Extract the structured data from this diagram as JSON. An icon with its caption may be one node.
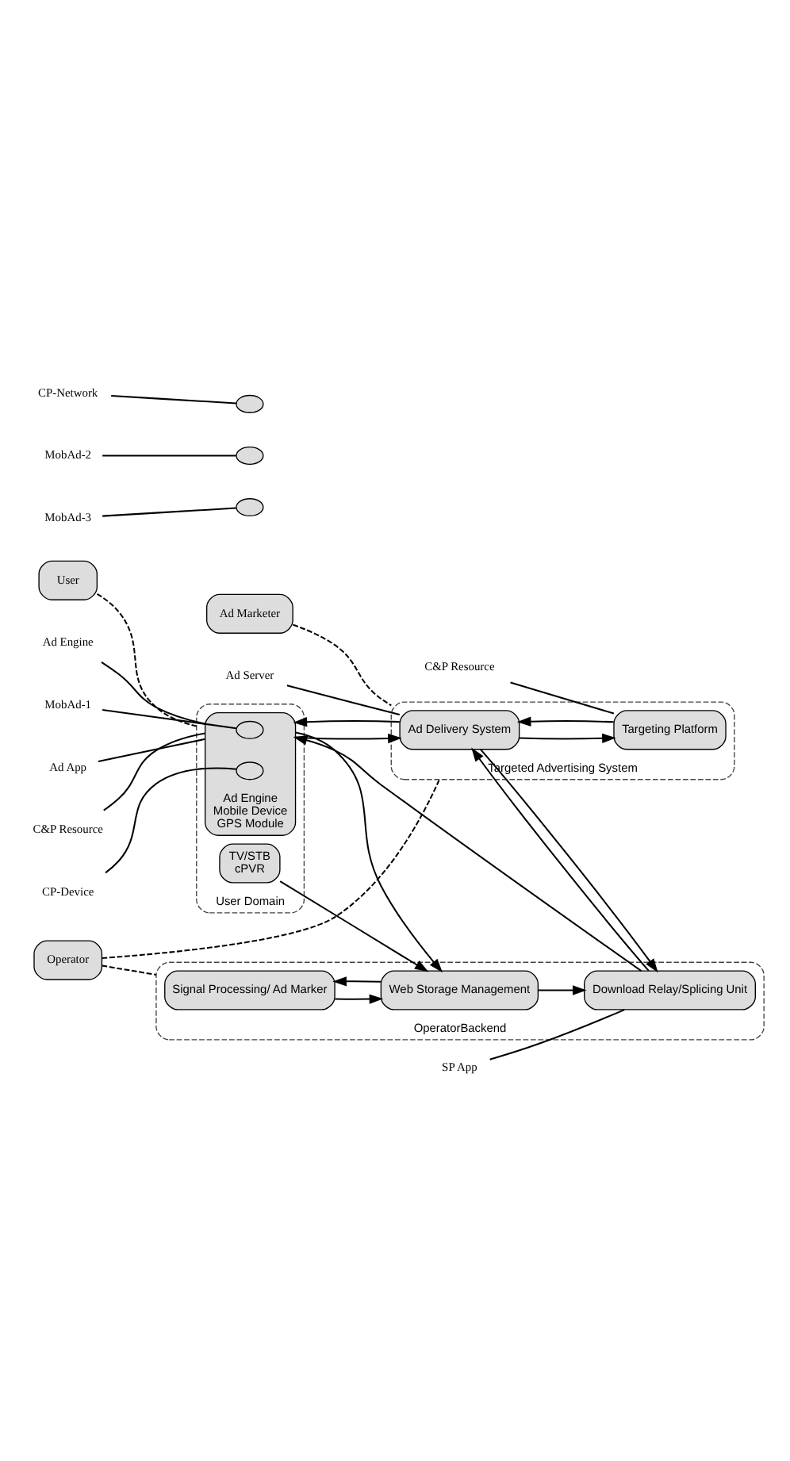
{
  "diagram": {
    "nodes": [
      {
        "text": [
          "Targeted Advertising System"
        ]
      },
      {
        "text": [
          "Ad Delivery System"
        ],
        "in": 0
      },
      {
        "text": [
          "Targeting Platform"
        ],
        "in": 0
      },
      {
        "text": [
          "OperatorBackend"
        ]
      },
      {
        "text": [
          "Signal Processing/ Ad Marker"
        ],
        "in": 3
      },
      {
        "text": [
          "Download Relay/Splicing Unit"
        ],
        "in": 3
      },
      {
        "text": [
          "Web Storage Management"
        ],
        "in": 3
      },
      {
        "text": [
          "User Domain"
        ]
      },
      {
        "text": [
          "Ad Engine",
          "Mobile Device",
          "GPS Module"
        ],
        "in": 7
      },
      {
        "text": [
          "TV/STB",
          "cPVR"
        ],
        "in": 7
      },
      {
        "text": [
          "Ad Marketer"
        ]
      },
      {
        "text": [
          "Operator"
        ]
      },
      {
        "text": [
          "User"
        ]
      },
      {
        "text": [],
        "shape": "ellipse"
      },
      {
        "text": [],
        "shape": "ellipse"
      },
      {
        "text": [],
        "shape": "ellipse"
      },
      {
        "text": [],
        "shape": "ellipse",
        "in": 8
      },
      {
        "text": [],
        "shape": "ellipse",
        "in": 8
      },
      {
        "text": [
          "Ad Server"
        ]
      },
      {
        "text": [
          "CP-Network"
        ]
      },
      {
        "text": [
          "C&P Resource"
        ]
      },
      {
        "text": [
          "MobAd-2"
        ]
      },
      {
        "text": [
          "SP App"
        ]
      },
      {
        "text": [
          "MobAd-3"
        ]
      },
      {
        "text": [
          "Ad Engine"
        ]
      },
      {
        "text": [
          "MobAd-1"
        ]
      },
      {
        "text": [
          "Ad App"
        ]
      },
      {
        "text": [
          "CP-Device"
        ]
      },
      {
        "text": [
          "C&P Resource"
        ]
      }
    ],
    "edges": [
      {
        "from": 2,
        "to": 1,
        "arrow": "to"
      },
      {
        "from": 1,
        "to": 2,
        "arrow": "to"
      },
      {
        "from": 1,
        "to": 5,
        "arrow": "to"
      },
      {
        "from": 5,
        "to": 1,
        "arrow": "to"
      },
      {
        "from": 6,
        "to": 4,
        "arrow": "to"
      },
      {
        "from": 4,
        "to": 6,
        "arrow": "to"
      },
      {
        "from": 6,
        "to": 5,
        "arrow": "to"
      },
      {
        "from": 8,
        "to": 6,
        "arrow": "to"
      },
      {
        "from": 5,
        "to": 8,
        "arrow": "to"
      },
      {
        "from": 1,
        "to": 8,
        "arrow": "to"
      },
      {
        "from": 8,
        "to": 1,
        "arrow": "to"
      },
      {
        "from": 9,
        "to": 6,
        "arrow": "to"
      },
      {
        "from": 10,
        "to": 0,
        "arrow": "none",
        "style": "dashed"
      },
      {
        "from": 11,
        "to": 0,
        "arrow": "none",
        "style": "dashed"
      },
      {
        "from": 11,
        "to": 3,
        "arrow": "none",
        "style": "dashed"
      },
      {
        "from": 12,
        "to": 7,
        "arrow": "none",
        "style": "dashed"
      },
      {
        "from": 18,
        "to": 1,
        "arrow": "none"
      },
      {
        "from": 19,
        "to": 13,
        "arrow": "none"
      },
      {
        "from": 20,
        "to": 2,
        "arrow": "none"
      },
      {
        "from": 21,
        "to": 14,
        "arrow": "none"
      },
      {
        "from": 22,
        "to": 5,
        "arrow": "none"
      },
      {
        "from": 23,
        "to": 15,
        "arrow": "none"
      },
      {
        "from": 24,
        "to": 8,
        "arrow": "none"
      },
      {
        "from": 25,
        "to": 16,
        "arrow": "none"
      },
      {
        "from": 26,
        "to": 8,
        "arrow": "none"
      },
      {
        "from": 27,
        "to": 17,
        "arrow": "none"
      },
      {
        "from": 28,
        "to": 8,
        "arrow": "none"
      }
    ]
  }
}
